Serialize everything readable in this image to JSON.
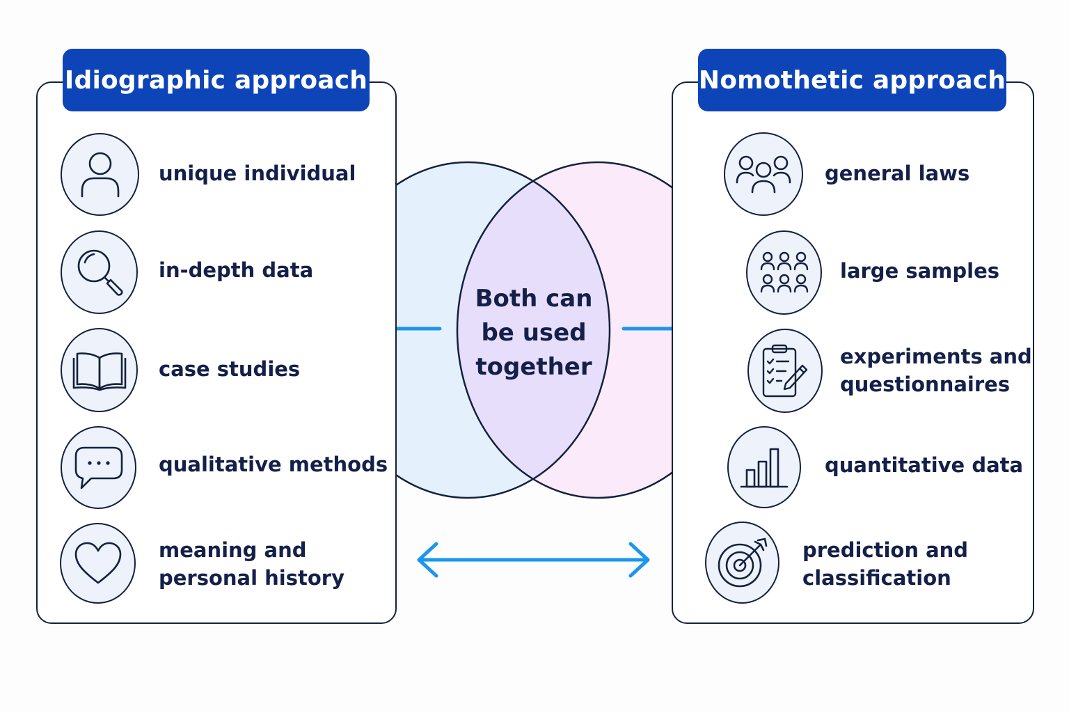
{
  "left": {
    "title": "Idiographic approach",
    "items": [
      {
        "icon": "person-icon",
        "lines": [
          "unique individual"
        ]
      },
      {
        "icon": "magnifier-icon",
        "lines": [
          "in-depth data"
        ]
      },
      {
        "icon": "book-icon",
        "lines": [
          "case studies"
        ]
      },
      {
        "icon": "speech-bubble-icon",
        "lines": [
          "qualitative methods"
        ]
      },
      {
        "icon": "heart-icon",
        "lines": [
          "meaning and",
          "personal history"
        ]
      }
    ]
  },
  "right": {
    "title": "Nomothetic approach",
    "items": [
      {
        "icon": "group-icon",
        "lines": [
          "general laws"
        ]
      },
      {
        "icon": "crowd-icon",
        "lines": [
          "large samples"
        ]
      },
      {
        "icon": "clipboard-checklist-icon",
        "lines": [
          "experiments and",
          "questionnaires"
        ]
      },
      {
        "icon": "bar-chart-icon",
        "lines": [
          "quantitative data"
        ]
      },
      {
        "icon": "target-arrow-icon",
        "lines": [
          "prediction and",
          "classification"
        ]
      }
    ]
  },
  "center": {
    "lines": [
      "Both can",
      "be used",
      "together"
    ]
  },
  "colors": {
    "header": "#0d44b8",
    "outline": "#14213d",
    "left_circle_fill": "#e4f1fc",
    "right_circle_fill": "#fbeaf9",
    "overlap_fill": "#e6defa",
    "arrow": "#1b96ec",
    "icon_bg": "#edf2fb"
  }
}
